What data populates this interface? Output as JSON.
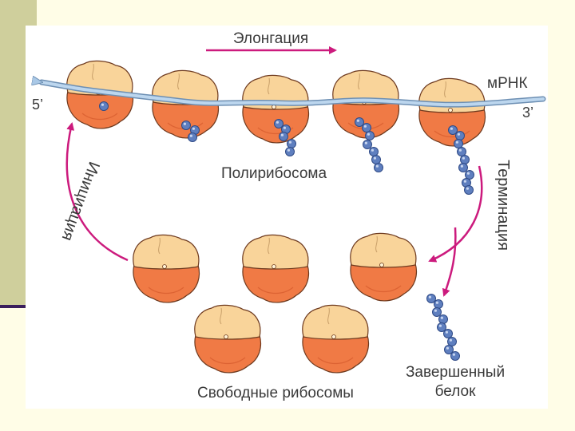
{
  "labels": {
    "elongation": "Элонгация",
    "mrna": "мРНК",
    "five_prime": "5’",
    "three_prime": "3’",
    "polyribosome": "Полирибосома",
    "initiation": "Инициация",
    "termination": "Терминация",
    "free_ribosomes": "Свободные рибосомы",
    "finished_protein_line1": "Завершенный",
    "finished_protein_line2": "белок"
  },
  "colors": {
    "slide_background": "#fffde7",
    "left_band": "#cfcf9c",
    "rule_line": "#3a1e5c",
    "small_subunit": "#f9d49a",
    "large_subunit": "#f07a45",
    "subunit_outline": "#6e3a1f",
    "mrna_strand": "#a9c8e6",
    "protein_bead": "#5f7fbf",
    "arrow_magenta": "#cc1a7d"
  },
  "icons": [
    "ribosome-icon",
    "mrna-strand-icon",
    "protein-chain-icon",
    "arrow-icon"
  ]
}
